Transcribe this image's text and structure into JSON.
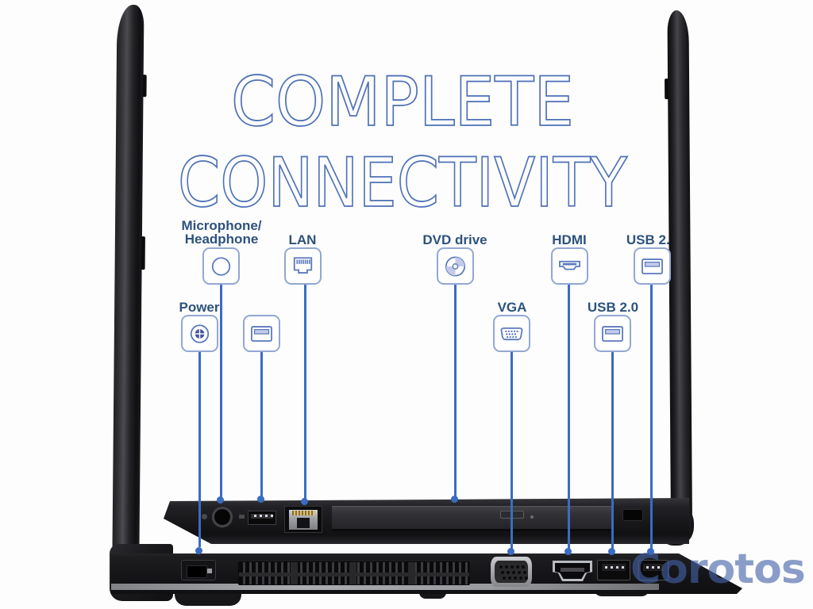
{
  "title": {
    "line1": "COMPLETE",
    "line2": "CONNECTIVITY"
  },
  "watermark": {
    "text": "Corotos"
  },
  "colors": {
    "title_blue": "#4e71b6",
    "label_blue": "#2d527d",
    "callout_line_blue": "#3a6cc2",
    "icon_stroke_blue": "#5b79bd",
    "icon_box_border": "#93a7d2",
    "watermark_blue": "#4362a6",
    "laptop_black": "#17171a"
  },
  "callouts": [
    {
      "id": "power",
      "label": "Power",
      "icon": "power-icon"
    },
    {
      "id": "microphone-headphone",
      "label_line1": "Microphone/",
      "label_line2": "Headphone",
      "icon": "audio-jack-icon"
    },
    {
      "id": "usb-left",
      "label": "",
      "icon": "usb-icon"
    },
    {
      "id": "lan",
      "label": "LAN",
      "icon": "ethernet-icon"
    },
    {
      "id": "dvd-drive",
      "label": "DVD drive",
      "icon": "dvd-disc-icon"
    },
    {
      "id": "vga",
      "label": "VGA",
      "icon": "vga-icon"
    },
    {
      "id": "hdmi",
      "label": "HDMI",
      "icon": "hdmi-icon"
    },
    {
      "id": "usb-right-lower",
      "label": "USB 2.0",
      "icon": "usb-icon"
    },
    {
      "id": "usb-right-upper",
      "label": "USB 2.0",
      "icon": "usb-icon"
    }
  ]
}
